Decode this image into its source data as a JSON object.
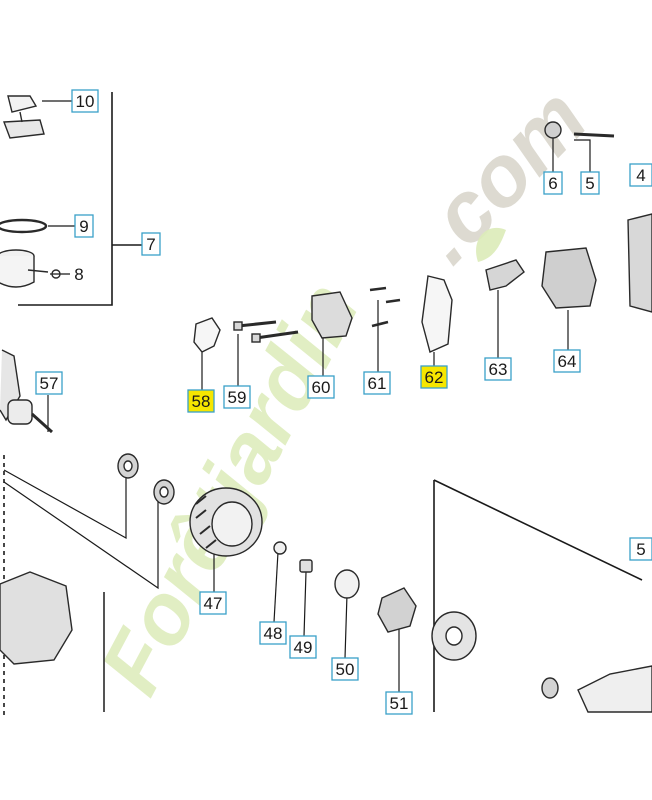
{
  "colors": {
    "callout_border": "#3aa0c8",
    "highlight": "#f6e600",
    "line": "#1a1a1a",
    "part_stroke": "#2a2a2a",
    "watermark_green": "#dcebb8",
    "watermark_orange": "#f7d4a4",
    "watermark_grey": "#d9d6cc"
  },
  "callouts": [
    {
      "id": "10",
      "label": "10",
      "highlight": false
    },
    {
      "id": "9",
      "label": "9",
      "highlight": false
    },
    {
      "id": "8",
      "label": "8",
      "highlight": false
    },
    {
      "id": "7",
      "label": "7",
      "highlight": false
    },
    {
      "id": "6",
      "label": "6",
      "highlight": false
    },
    {
      "id": "5",
      "label": "5",
      "highlight": false
    },
    {
      "id": "4",
      "label": "4",
      "highlight": false
    },
    {
      "id": "57",
      "label": "57",
      "highlight": false
    },
    {
      "id": "58",
      "label": "58",
      "highlight": true
    },
    {
      "id": "59",
      "label": "59",
      "highlight": false
    },
    {
      "id": "60",
      "label": "60",
      "highlight": false
    },
    {
      "id": "61",
      "label": "61",
      "highlight": false
    },
    {
      "id": "62",
      "label": "62",
      "highlight": true
    },
    {
      "id": "63",
      "label": "63",
      "highlight": false
    },
    {
      "id": "64",
      "label": "64",
      "highlight": false
    },
    {
      "id": "47",
      "label": "47",
      "highlight": false
    },
    {
      "id": "48",
      "label": "48",
      "highlight": false
    },
    {
      "id": "49",
      "label": "49",
      "highlight": false
    },
    {
      "id": "50",
      "label": "50",
      "highlight": false
    },
    {
      "id": "51",
      "label": "51",
      "highlight": false
    },
    {
      "id": "5x",
      "label": "5",
      "highlight": false
    }
  ],
  "watermark": {
    "main": "Forêtjardin",
    "suffix": ".com",
    "icon": "leaf-icon"
  }
}
